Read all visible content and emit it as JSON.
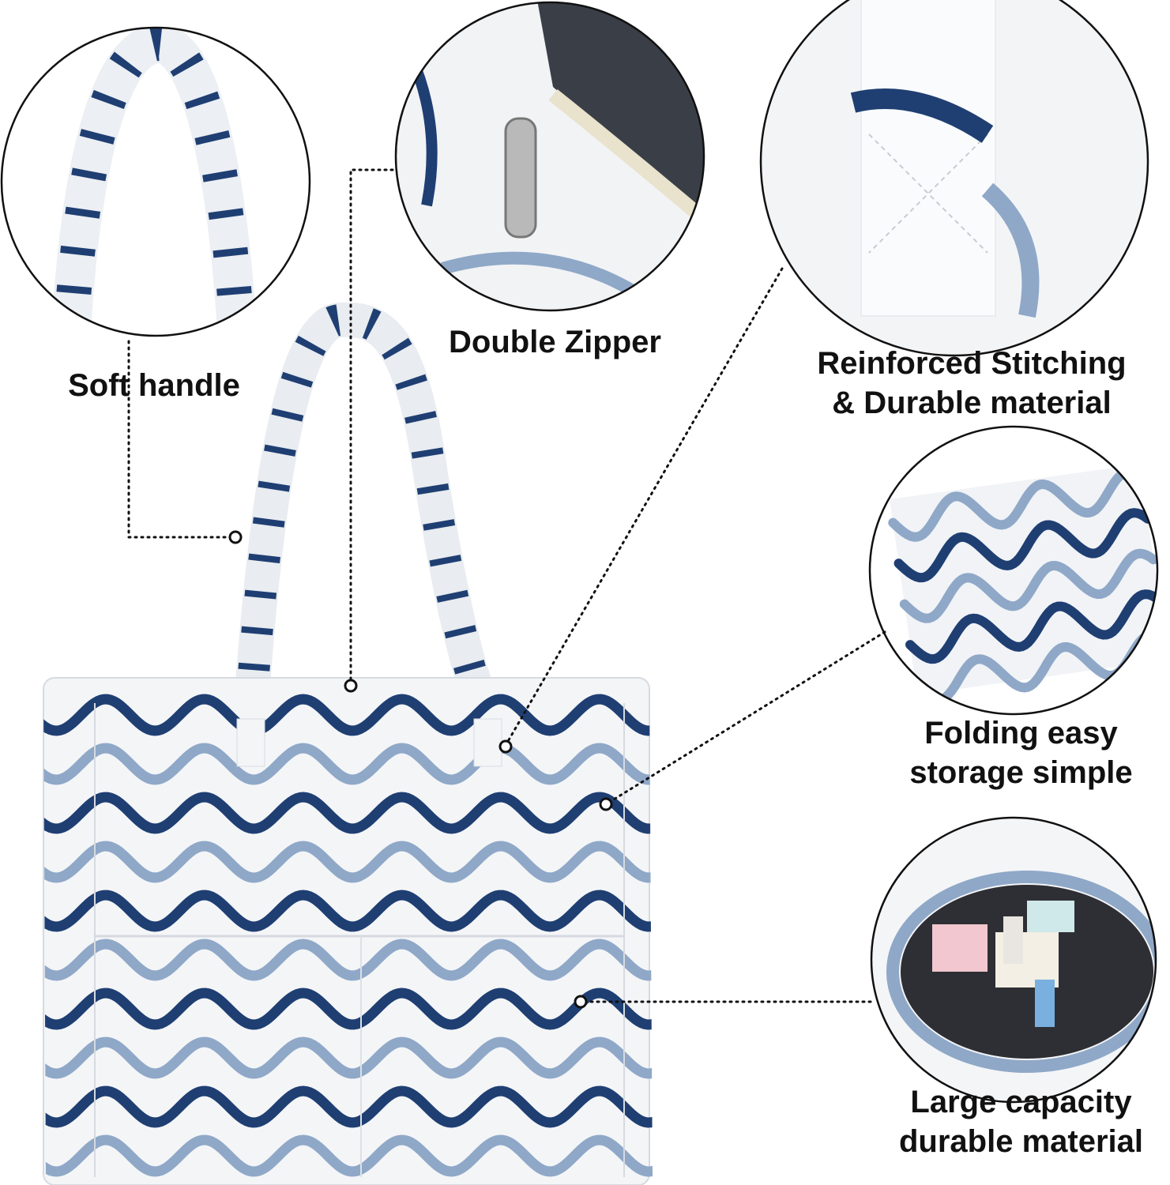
{
  "features": [
    {
      "id": "soft-handle",
      "lines": [
        "Soft handle"
      ]
    },
    {
      "id": "double-zipper",
      "lines": [
        "Double Zipper"
      ]
    },
    {
      "id": "reinforced-stitching",
      "lines": [
        "Reinforced Stitching",
        "& Durable material"
      ]
    },
    {
      "id": "folding-storage",
      "lines": [
        "Folding easy",
        "storage simple"
      ]
    },
    {
      "id": "large-capacity",
      "lines": [
        "Large capacity",
        "durable material"
      ]
    }
  ],
  "colors": {
    "navy": "#1f3f73",
    "light_blue": "#8fa8c8",
    "bag_white": "#f4f5f7",
    "outline": "#111111"
  }
}
